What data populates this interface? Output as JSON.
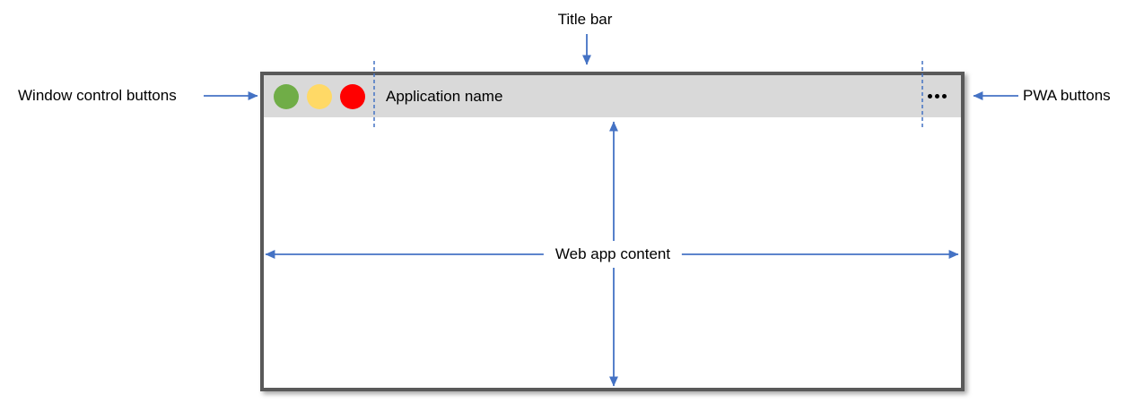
{
  "labels": {
    "title_bar": "Title bar",
    "window_control_buttons": "Window control buttons",
    "pwa_buttons": "PWA buttons",
    "web_app_content": "Web app content"
  },
  "app_window": {
    "application_name": "Application name"
  },
  "icons": {
    "window_control_buttons": [
      "green-circle-icon",
      "yellow-circle-icon",
      "red-circle-icon"
    ],
    "pwa_menu": "ellipsis-icon"
  },
  "colors": {
    "annotation_blue": "#4472C4",
    "window_border_gray": "#595959",
    "titlebar_background": "#D9D9D9",
    "control_green": "#70AD47",
    "control_yellow": "#FFD966",
    "control_red": "#FF0000"
  }
}
